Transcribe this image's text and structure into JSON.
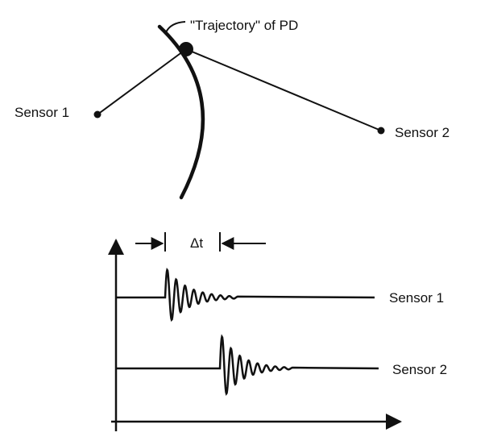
{
  "diagram": {
    "trajectory_label": "\"Trajectory\" of PD",
    "sensor1_label": "Sensor 1",
    "sensor2_label": "Sensor 2",
    "delta_label": "Δt",
    "waveform1_label": "Sensor 1",
    "waveform2_label": "Sensor 2"
  }
}
